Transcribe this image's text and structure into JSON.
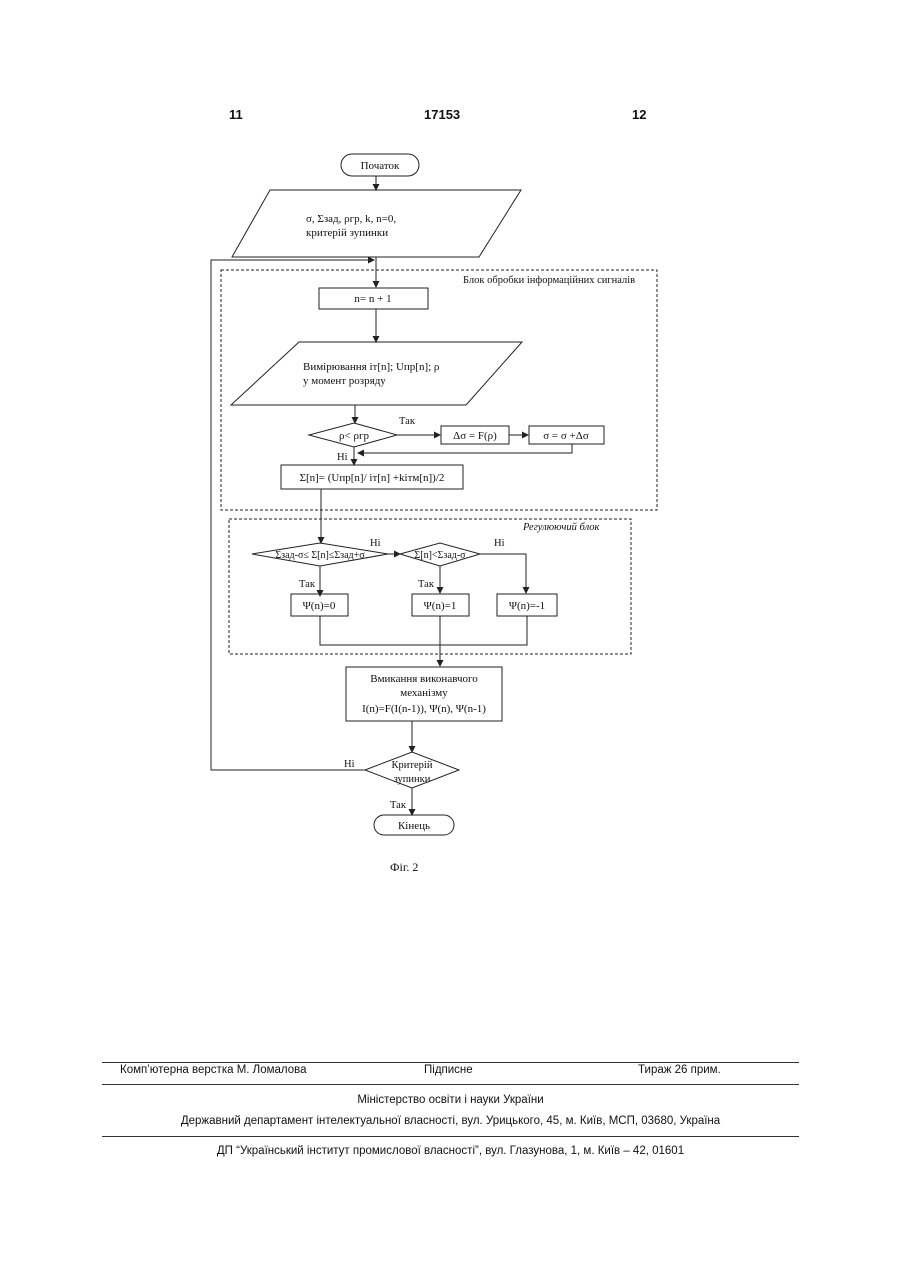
{
  "header": {
    "left_page": "11",
    "patent_number": "17153",
    "right_page": "12"
  },
  "flowchart": {
    "start": "Початок",
    "input_line1": "σ, Σзад, ρгр, k, n=0,",
    "input_line2": "критерій зупинки",
    "block1_title": "Блок обробки інформаційних сигналів",
    "increment": "n= n + 1",
    "measure_line1": "Вимірювання iт[n]; Uпр[n]; ρ",
    "measure_line2": "у момент розряду",
    "cond_rho": "ρ< ρгр",
    "yes": "Так",
    "no": "Ні",
    "delta_sigma": "Δσ = F(ρ)",
    "sigma_update": "σ = σ +Δσ",
    "sigma_calc": "Σ[n]= (Uпр[n]/ iт[n] +kiтм[n])/2",
    "block2_title": "Регулюючий блок",
    "cond_range": "Σзад-σ≤ Σ[n]≤Σзад+σ",
    "cond_less": "Σ[n]<Σзад-σ",
    "psi_zero": "Ψ(n)=0",
    "psi_one": "Ψ(n)=1",
    "psi_minus": "Ψ(n)=-1",
    "actuator_line1": "Вмикання виконавчого",
    "actuator_line2": "механізму",
    "actuator_line3": "I(n)=F(I(n-1)), Ψ(n), Ψ(n-1)",
    "stop_line1": "Критерій",
    "stop_line2": "зупинки",
    "end": "Кінець"
  },
  "caption": "Фіг. 2",
  "footer": {
    "layout_by": "Комп’ютерна верстка М. Ломалова",
    "signed": "Підписне",
    "circulation": "Тираж 26 прим.",
    "ministry": "Міністерство освіти і науки України",
    "department": "Державний департамент інтелектуальної власності, вул. Урицького, 45, м. Київ, МСП, 03680, Україна",
    "institute": "ДП “Український інститут промислової власності”, вул. Глазунова, 1, м. Київ – 42, 01601"
  }
}
